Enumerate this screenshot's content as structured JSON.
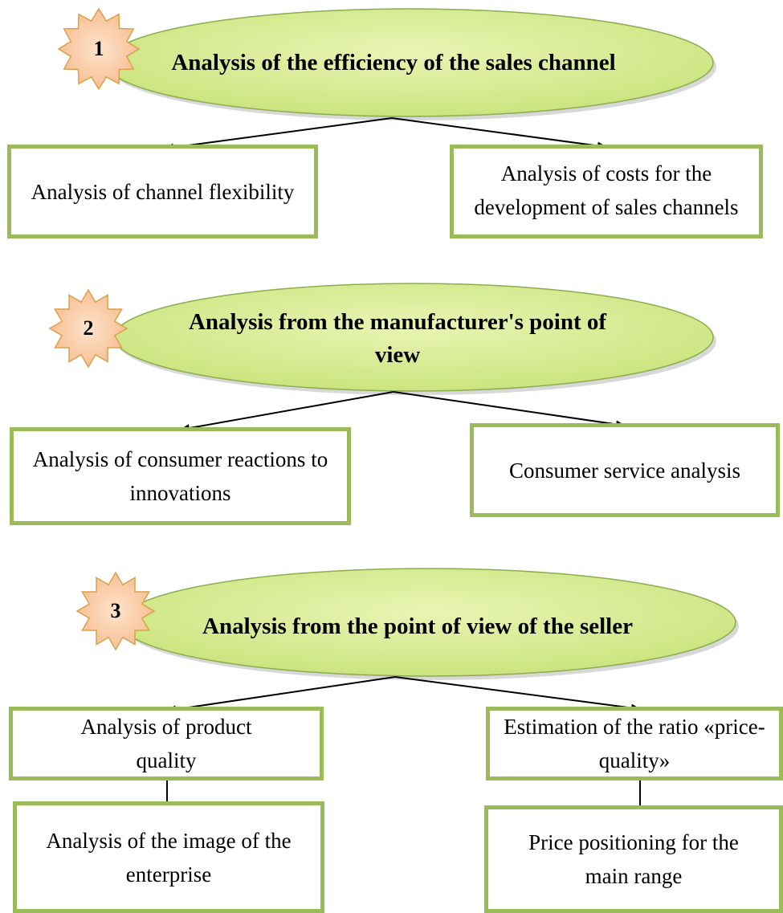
{
  "colors": {
    "ellipse_fill": "#d6ec8e",
    "ellipse_stroke": "#8aad4e",
    "star_fill": "#f9c9a3",
    "star_stroke": "#d9a24a",
    "box_border": "#9bbb59",
    "arrow": "#000000"
  },
  "sections": [
    {
      "number": "1",
      "title": "Analysis of the efficiency of the sales channel",
      "boxes": [
        {
          "text": "Analysis of channel flexibility"
        },
        {
          "text": "Analysis of costs for the development of sales channels"
        }
      ]
    },
    {
      "number": "2",
      "title": "Analysis from the manufacturer's point of view",
      "boxes": [
        {
          "text": "Analysis of consumer reactions to innovations"
        },
        {
          "text": "Consumer service analysis"
        }
      ]
    },
    {
      "number": "3",
      "title": "Analysis from the point of view of the seller",
      "boxes": [
        {
          "text": "Analysis of product quality"
        },
        {
          "text": "Estimation of the ratio «price-quality»"
        }
      ],
      "sub_boxes": [
        {
          "text": "Analysis of the image of the enterprise"
        },
        {
          "text": "Price positioning for the main range"
        }
      ]
    }
  ]
}
